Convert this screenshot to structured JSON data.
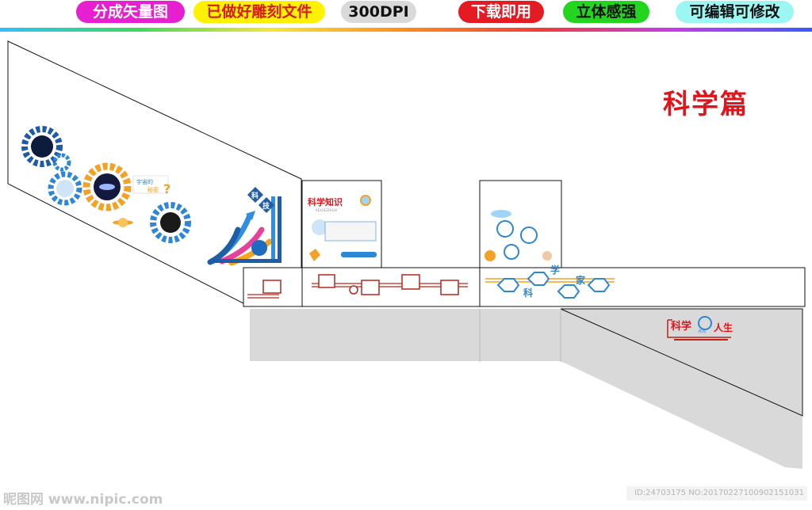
{
  "badges": [
    "分成矢量图",
    "已做好雕刻文件",
    "300DPI",
    "下载即用",
    "立体感强",
    "可编辑可修改"
  ],
  "page_title": "科学篇",
  "panels": {
    "left_gear_caption_1": "宇宙的",
    "left_gear_caption_2": "秘密",
    "left_tech_chars": [
      "科",
      "技"
    ],
    "knowledge_title": "科学知识",
    "knowledge_subtitle": "KEXUEZHISHI",
    "scientist_chars": [
      "科",
      "学",
      "家"
    ],
    "science_life_1": "科学",
    "science_life_2": "人生",
    "science_life_mid": "点亮"
  },
  "watermark": {
    "left": "昵图网 www.nipic.com",
    "right": "ID:24703175 NO:20170227100902151031"
  },
  "colors": {
    "accent_red": "#e0141b",
    "gear_blue": "#2e87d6",
    "gear_orange": "#f2a227",
    "wall_grey": "#d9d9d9",
    "line_red": "#b8261c"
  }
}
